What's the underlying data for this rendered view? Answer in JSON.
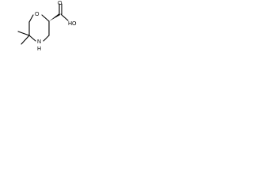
{
  "molecule": {
    "atoms": {
      "oxygen_ring": "O",
      "nitrogen_ring": "N",
      "hydroxyl_hydrogen": "H",
      "carbonyl_oxygen": "O",
      "hydroxyl": "HO"
    },
    "colors": {
      "bond": "#000000",
      "label": "#000000",
      "background": "#ffffff"
    }
  }
}
